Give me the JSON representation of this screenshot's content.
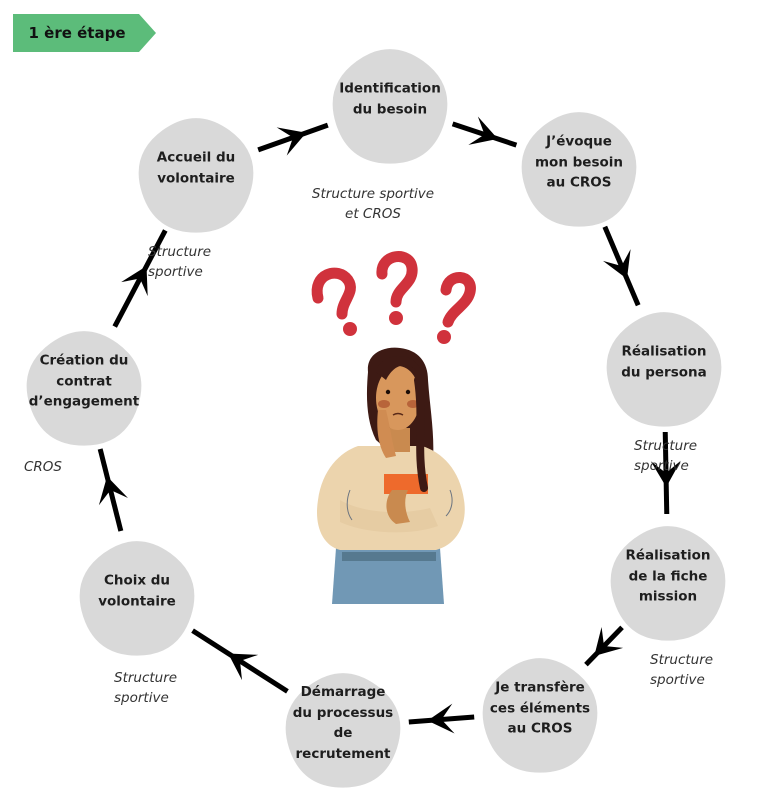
{
  "badge": {
    "label": "1 ère étape",
    "color": "#5cbc7a"
  },
  "colors": {
    "node_fill": "#d9d9d9",
    "arrow": "#000000",
    "question_mark": "#d0323c"
  },
  "steps": [
    {
      "id": "identification",
      "lines": [
        "Identification",
        "du besoin"
      ],
      "actor": [
        "Structure sportive",
        "et CROS"
      ]
    },
    {
      "id": "evoque",
      "lines": [
        "J’évoque",
        "mon besoin",
        "au CROS"
      ],
      "actor": []
    },
    {
      "id": "persona",
      "lines": [
        "Réalisation",
        "du persona"
      ],
      "actor": [
        "Structure",
        "sportive"
      ]
    },
    {
      "id": "fiche-mission",
      "lines": [
        "Réalisation",
        "de la fiche",
        "mission"
      ],
      "actor": [
        "Structure",
        "sportive"
      ]
    },
    {
      "id": "transfere",
      "lines": [
        "Je transfère",
        "ces éléments",
        "au CROS"
      ],
      "actor": []
    },
    {
      "id": "demarrage",
      "lines": [
        "Démarrage",
        "du processus",
        "de",
        "recrutement"
      ],
      "actor": []
    },
    {
      "id": "choix",
      "lines": [
        "Choix du",
        "volontaire"
      ],
      "actor": [
        "Structure",
        "sportive"
      ]
    },
    {
      "id": "contrat",
      "lines": [
        "Création du",
        "contrat",
        "d’engagement"
      ],
      "actor": [
        "CROS"
      ]
    },
    {
      "id": "accueil",
      "lines": [
        "Accueil du",
        "volontaire"
      ],
      "actor": [
        "Structure",
        "sportive"
      ]
    }
  ],
  "illustration": {
    "subject": "thinking-woman",
    "question_marks": 3
  }
}
